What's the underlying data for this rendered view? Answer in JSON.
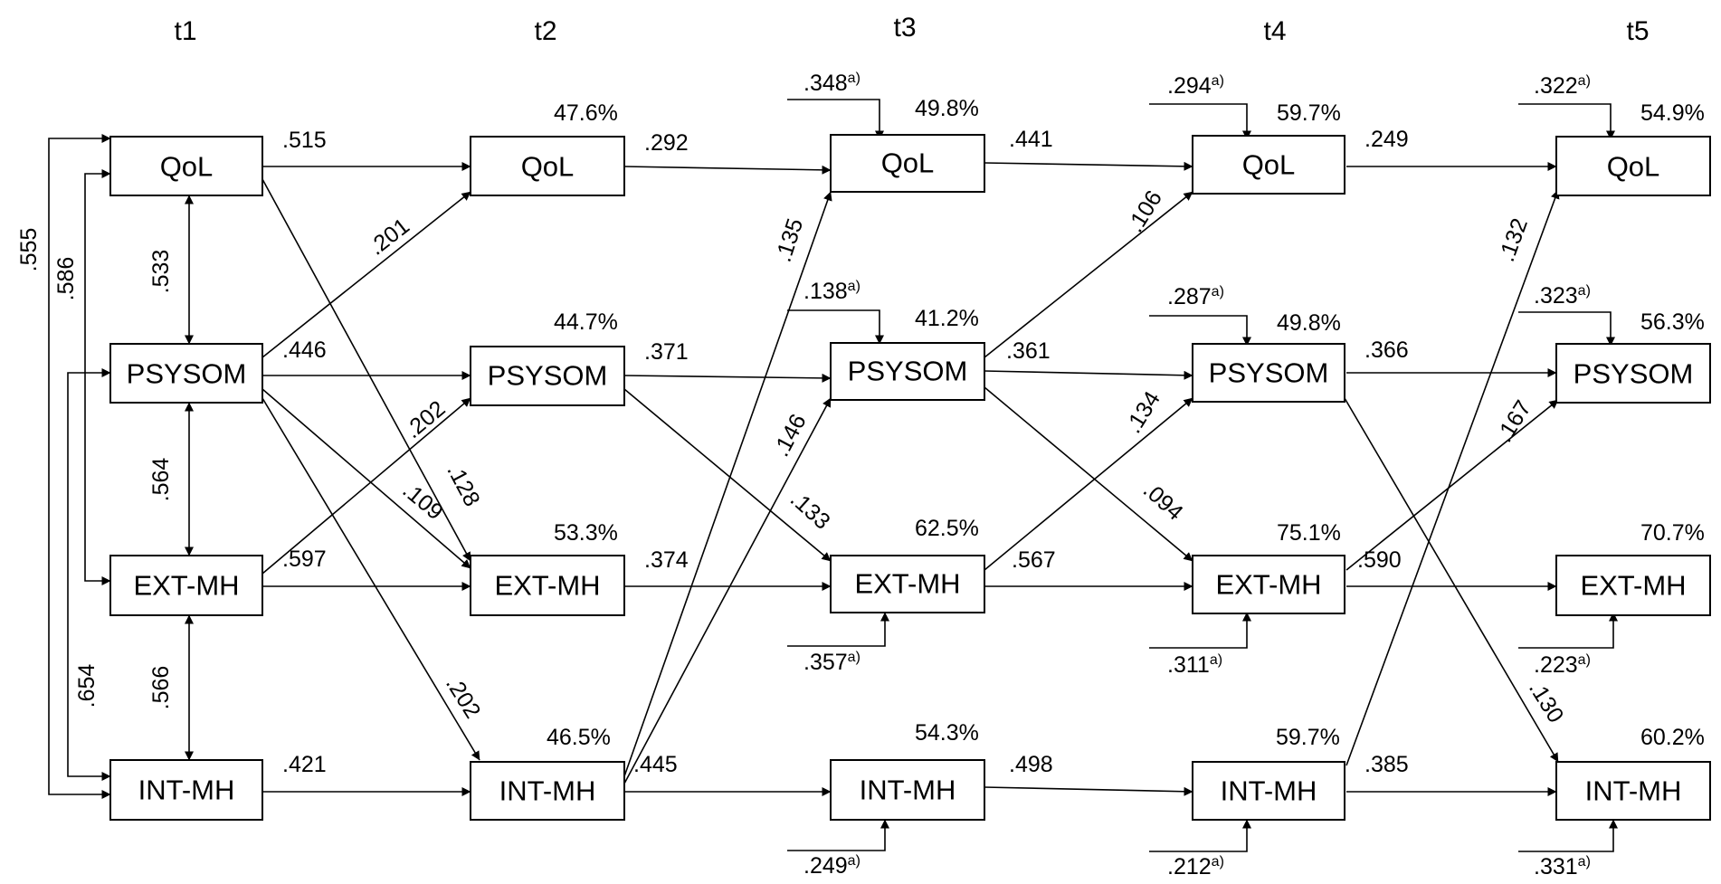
{
  "time_labels": [
    "t1",
    "t2",
    "t3",
    "t4",
    "t5"
  ],
  "variables": [
    "QoL",
    "PSYSOM",
    "EXT-MH",
    "INT-MH"
  ],
  "explained_variance": {
    "t2": [
      "47.6%",
      "44.7%",
      "53.3%",
      "46.5%"
    ],
    "t3": [
      "49.8%",
      "41.2%",
      "62.5%",
      "54.3%"
    ],
    "t4": [
      "59.7%",
      "49.8%",
      "75.1%",
      "59.7%"
    ],
    "t5": [
      "54.9%",
      "56.3%",
      "70.7%",
      "60.2%"
    ]
  },
  "correlations_t1": {
    "adjacent": [
      ".533",
      ".564",
      ".566"
    ],
    "outer": [
      ".555",
      ".586",
      ".654"
    ]
  },
  "autoregressive": {
    "t1_t2": [
      ".515",
      ".446",
      ".597",
      ".421"
    ],
    "t2_t3": [
      ".292",
      ".371",
      ".374",
      ".445"
    ],
    "t3_t4": [
      ".441",
      ".361",
      ".567",
      ".498"
    ],
    "t4_t5": [
      ".249",
      ".366",
      ".590",
      ".385"
    ]
  },
  "cross_lagged": {
    "psysom1_qol2": ".201",
    "qol1_ext2": ".128",
    "psysom1_ext2": ".109",
    "psysom1_int2": ".202",
    "ext1_psysom2": ".202",
    "int2_qol3": ".135",
    "int2_psysom3": ".146",
    "psysom2_ext3": ".133",
    "psysom3_qol4": ".106",
    "psysom3_ext4": ".094",
    "ext3_psysom4": ".134",
    "int4_qol5": ".132",
    "psysom4_int5": ".130",
    "ext4_psysom5": ".167"
  },
  "residual_correlations": {
    "main": {
      "t3": [
        ".348",
        ".138",
        ".357",
        ".249"
      ],
      "t4": [
        ".294",
        ".287",
        ".311",
        ".212"
      ],
      "t5": [
        ".322",
        ".323",
        ".223",
        ".331"
      ]
    },
    "superscript": "a)"
  }
}
